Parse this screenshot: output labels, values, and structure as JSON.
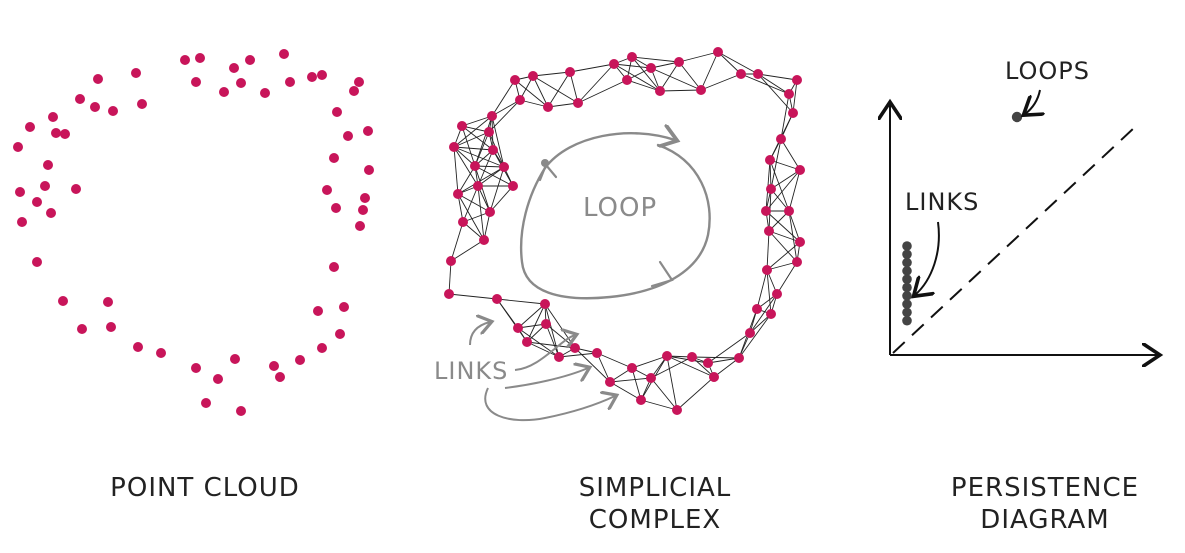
{
  "captions": {
    "point_cloud": "POINT CLOUD",
    "complex_line1": "SIMPLICIAL",
    "complex_line2": "COMPLEX",
    "persistence_line1": "PERSISTENCE",
    "persistence_line2": "DIAGRAM"
  },
  "annotations": {
    "loop": "LOOP",
    "links_complex": "LINKS",
    "loops_diagram": "LOOPS",
    "links_diagram": "LINKS"
  },
  "colors": {
    "point": "#c8155a",
    "edge": "#222222",
    "annotation": "#8a8a8a",
    "diagram_point": "#444444",
    "axis": "#111111"
  },
  "persistence": {
    "links_points": 10,
    "loops_points": 1
  }
}
